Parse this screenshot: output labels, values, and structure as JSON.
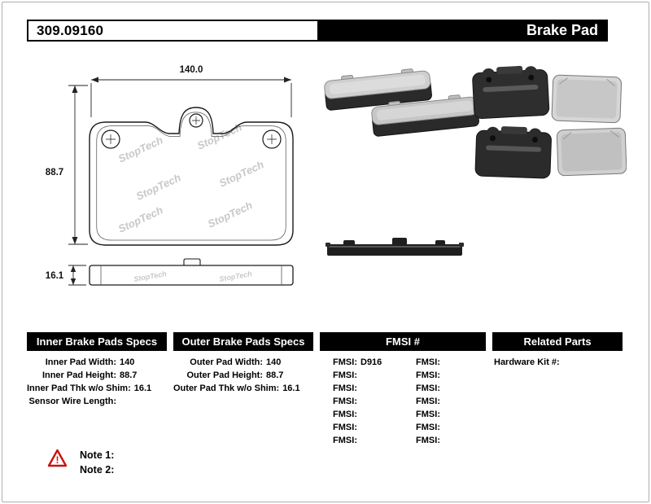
{
  "header": {
    "part_number": "309.09160",
    "product_type": "Brake Pad"
  },
  "diagram": {
    "width_label": "140.0",
    "height_label": "88.7",
    "thickness_label": "16.1",
    "watermark": "StopTech"
  },
  "table": {
    "inner": {
      "header": "Inner Brake Pads Specs",
      "rows": [
        {
          "label": "Inner Pad Width:",
          "value": "140"
        },
        {
          "label": "Inner Pad Height:",
          "value": "88.7"
        },
        {
          "label": "Inner Pad Thk w/o Shim:",
          "value": "16.1"
        },
        {
          "label": "Sensor Wire Length:",
          "value": ""
        }
      ]
    },
    "outer": {
      "header": "Outer Brake Pads Specs",
      "rows": [
        {
          "label": "Outer Pad Width:",
          "value": "140"
        },
        {
          "label": "Outer Pad Height:",
          "value": "88.7"
        },
        {
          "label": "Outer Pad Thk w/o Shim:",
          "value": "16.1"
        }
      ]
    },
    "fmsi": {
      "header": "FMSI #",
      "rows": [
        {
          "left_label": "FMSI:",
          "left_value": "D916",
          "right_label": "FMSI:",
          "right_value": ""
        },
        {
          "left_label": "FMSI:",
          "left_value": "",
          "right_label": "FMSI:",
          "right_value": ""
        },
        {
          "left_label": "FMSI:",
          "left_value": "",
          "right_label": "FMSI:",
          "right_value": ""
        },
        {
          "left_label": "FMSI:",
          "left_value": "",
          "right_label": "FMSI:",
          "right_value": ""
        },
        {
          "left_label": "FMSI:",
          "left_value": "",
          "right_label": "FMSI:",
          "right_value": ""
        },
        {
          "left_label": "FMSI:",
          "left_value": "",
          "right_label": "FMSI:",
          "right_value": ""
        },
        {
          "left_label": "FMSI:",
          "left_value": "",
          "right_label": "FMSI:",
          "right_value": ""
        }
      ]
    },
    "related": {
      "header": "Related Parts",
      "rows": [
        {
          "label": "Hardware Kit #:",
          "value": ""
        }
      ]
    }
  },
  "notes": {
    "note1": "Note 1:",
    "note2": "Note 2:"
  },
  "colors": {
    "header_bg": "#000000",
    "header_text": "#ffffff",
    "warning_red": "#cc1111",
    "watermark_gray": "#c8c8c8"
  }
}
